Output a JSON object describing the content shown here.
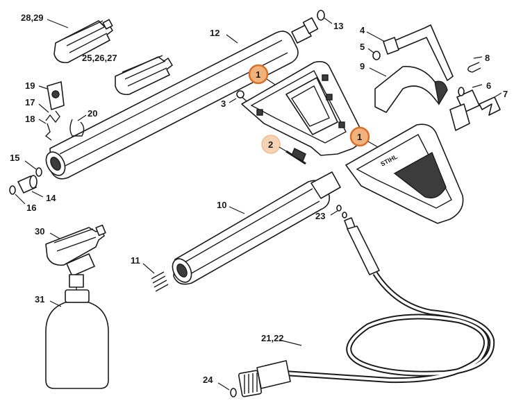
{
  "labels": {
    "l_28_29": "28,29",
    "l_25_26_27": "25,26,27",
    "l_12": "12",
    "l_13": "13",
    "l_4": "4",
    "l_5": "5",
    "l_8": "8",
    "l_9": "9",
    "l_6": "6",
    "l_7": "7",
    "l_19": "19",
    "l_17": "17",
    "l_18": "18",
    "l_20": "20",
    "l_3": "3",
    "l_15": "15",
    "l_14": "14",
    "l_16": "16",
    "l_10": "10",
    "l_23": "23",
    "l_30": "30",
    "l_11": "11",
    "l_31": "31",
    "l_21_22": "21,22",
    "l_24": "24"
  },
  "callouts": {
    "c1_top": "1",
    "c1_right": "1",
    "c2": "2"
  },
  "brand": "STIHL",
  "colors": {
    "highlight_fill": "#f2b27c",
    "highlight_stroke": "#d9702a"
  }
}
